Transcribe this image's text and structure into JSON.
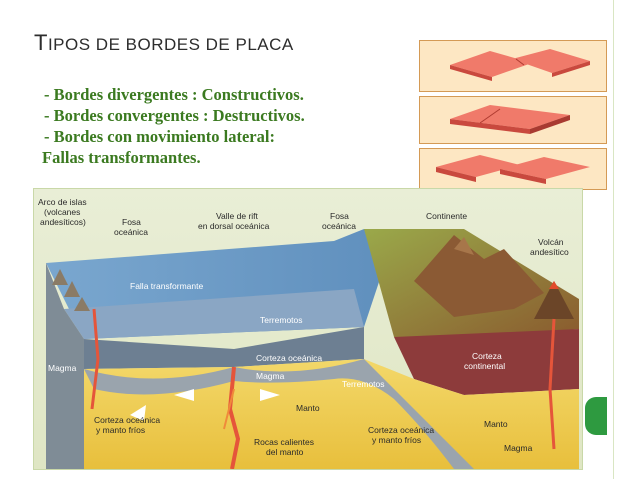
{
  "slide": {
    "title_first": "T",
    "title_rest": "IPOS DE BORDES DE PLACA",
    "bullets": [
      "- Bordes divergentes : Constructivos.",
      "- Bordes convergentes : Destructivos.",
      "- Bordes con movimiento lateral:",
      "Fallas transformantes."
    ]
  },
  "diagram": {
    "labels": {
      "arco_islas": [
        "Arco de islas",
        "(volcanes",
        "andesíticos)"
      ],
      "fosa_1": [
        "Fosa",
        "oceánica"
      ],
      "valle_rift": [
        "Valle de rift",
        "en dorsal oceánica"
      ],
      "fosa_2": [
        "Fosa",
        "oceánica"
      ],
      "continente": "Continente",
      "volcan": [
        "Volcán",
        "andesítico"
      ],
      "falla": "Falla transformante",
      "terremotos_1": "Terremotos",
      "corteza_oceanica": "Corteza oceánica",
      "corteza_continental": [
        "Corteza",
        "continental"
      ],
      "magma_left": "Magma",
      "magma_center": "Magma",
      "terremotos_2": "Terremotos",
      "manto_center": "Manto",
      "manto_right": "Manto",
      "corteza_frios_left": [
        "Corteza oceánica",
        "y manto fríos"
      ],
      "corteza_frios_right": [
        "Corteza oceánica",
        "y manto fríos"
      ],
      "rocas_calientes": [
        "Rocas calientes",
        "del manto"
      ],
      "magma_right": "Magma"
    }
  }
}
